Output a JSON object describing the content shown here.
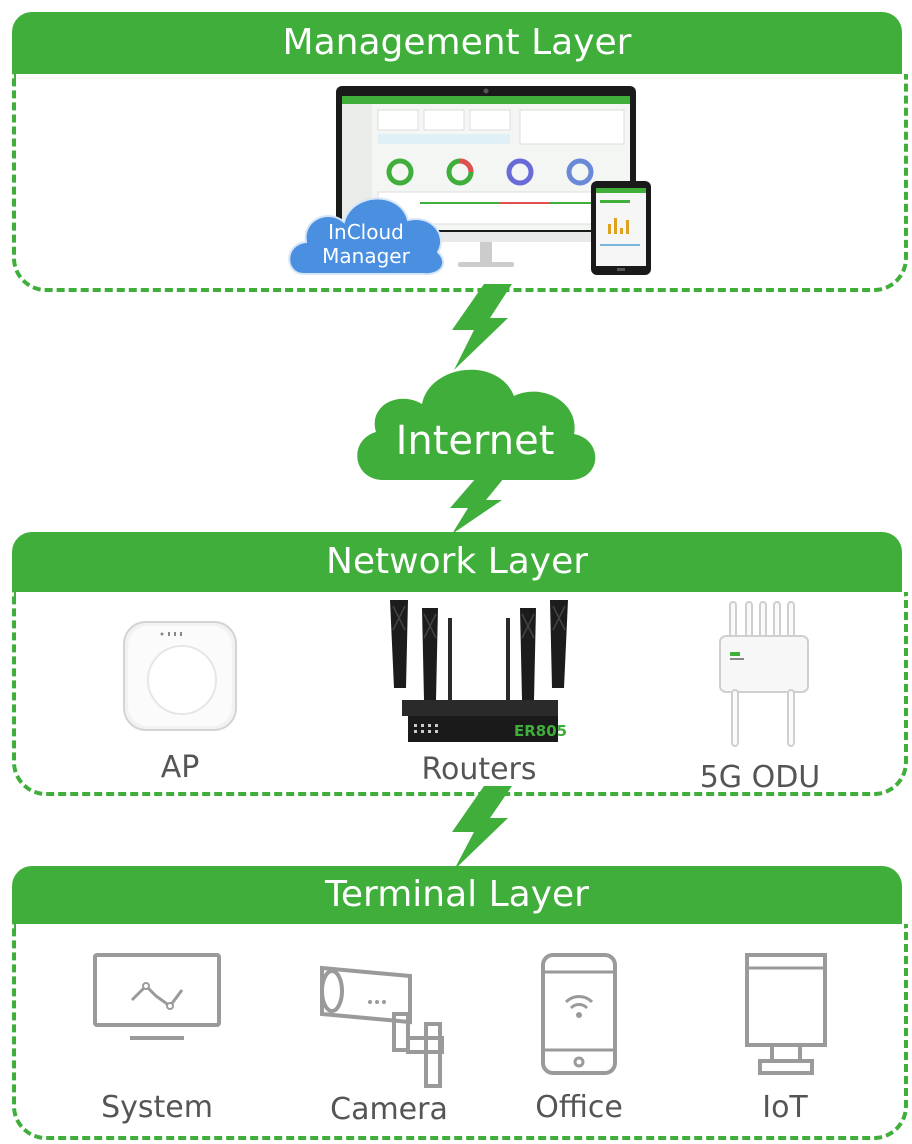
{
  "layers": {
    "management": {
      "title": "Management Layer",
      "cloud_label_line1": "InCloud",
      "cloud_label_line2": "Manager"
    },
    "internet": {
      "label": "Internet"
    },
    "network": {
      "title": "Network Layer",
      "devices": [
        {
          "label": "AP",
          "icon": "access-point"
        },
        {
          "label": "Routers",
          "icon": "router",
          "model": "ER805"
        },
        {
          "label": "5G ODU",
          "icon": "5g-odu"
        }
      ]
    },
    "terminal": {
      "title": "Terminal Layer",
      "devices": [
        {
          "label": "System",
          "icon": "monitor"
        },
        {
          "label": "Camera",
          "icon": "camera"
        },
        {
          "label": "Office",
          "icon": "phone"
        },
        {
          "label": "IoT",
          "icon": "iot-panel"
        }
      ]
    }
  },
  "colors": {
    "accent": "#3fae3a",
    "cloud_blue": "#4a8fe0",
    "icon_gray": "#9a9a9a"
  }
}
